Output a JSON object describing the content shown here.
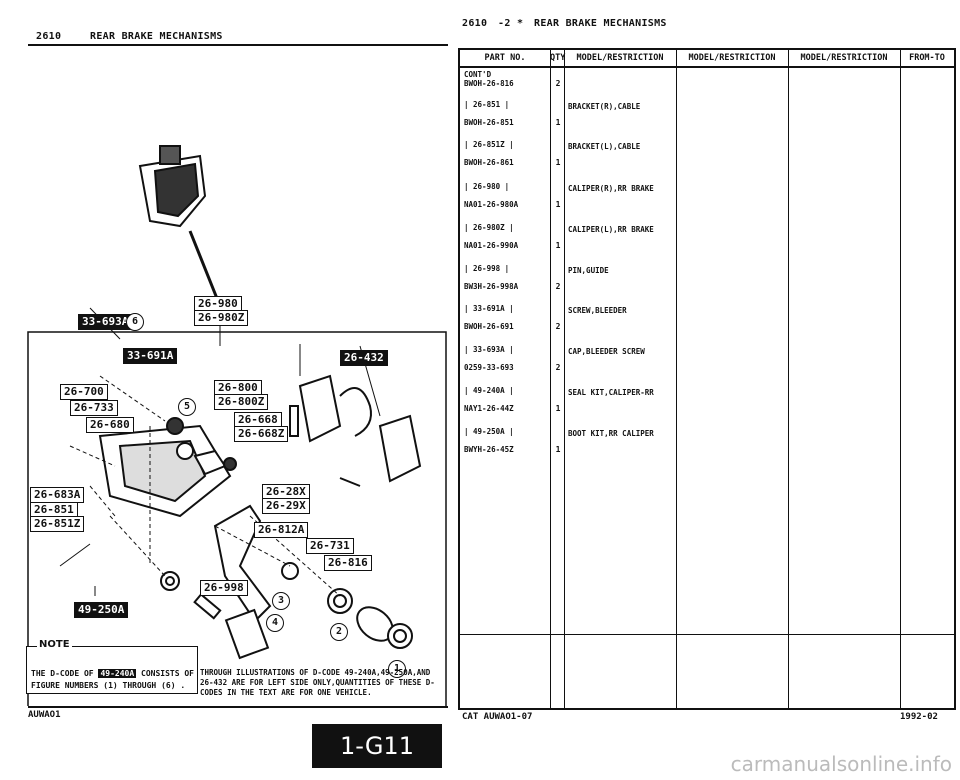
{
  "left_header": {
    "section": "2610",
    "title": "REAR BRAKE MECHANISMS"
  },
  "right_header": {
    "section": "2610",
    "code": "-2 *",
    "title": "REAR BRAKE MECHANISMS"
  },
  "columns": [
    "PART NO.",
    "QTY",
    "MODEL/RESTRICTION",
    "MODEL/RESTRICTION",
    "MODEL/RESTRICTION",
    "FROM-TO"
  ],
  "rows": [
    {
      "ref": "CONT'D",
      "part": "BWOH-26-816",
      "qty": "2",
      "desc": ""
    },
    {
      "ref": "| 26-851 |",
      "part": "BWOH-26-851",
      "qty": "1",
      "desc": "BRACKET(R),CABLE"
    },
    {
      "ref": "| 26-851Z |",
      "part": "BWOH-26-861",
      "qty": "1",
      "desc": "BRACKET(L),CABLE"
    },
    {
      "ref": "| 26-980 |",
      "part": "NA01-26-980A",
      "qty": "1",
      "desc": "CALIPER(R),RR BRAKE"
    },
    {
      "ref": "| 26-980Z |",
      "part": "NA01-26-990A",
      "qty": "1",
      "desc": "CALIPER(L),RR BRAKE"
    },
    {
      "ref": "| 26-998 |",
      "part": "BW3H-26-998A",
      "qty": "2",
      "desc": "PIN,GUIDE"
    },
    {
      "ref": "| 33-691A |",
      "part": "BWOH-26-691",
      "qty": "2",
      "desc": "SCREW,BLEEDER"
    },
    {
      "ref": "| 33-693A |",
      "part": "0259-33-693",
      "qty": "2",
      "desc": "CAP,BLEEDER SCREW"
    },
    {
      "ref": "| 49-240A |",
      "part": "NAY1-26-44Z",
      "qty": "1",
      "desc": "SEAL KIT,CALIPER-RR"
    },
    {
      "ref": "| 49-250A |",
      "part": "BWYH-26-45Z",
      "qty": "1",
      "desc": "BOOT KIT,RR CALIPER"
    }
  ],
  "diagram_labels": {
    "caliper_top": [
      "26-980",
      "26-980Z"
    ],
    "screw_ref": "33-693A",
    "bleeder": "33-691A",
    "bracket_top": "26-432",
    "r700": "26-700",
    "r733": "26-733",
    "r680": "26-680",
    "r800": [
      "26-800",
      "26-800Z"
    ],
    "r668": [
      "26-668",
      "26-668Z"
    ],
    "r683": "26-683A",
    "r851": [
      "26-851",
      "26-851Z"
    ],
    "r28": [
      "26-28X",
      "26-29X"
    ],
    "r812": "26-812A",
    "r731": "26-731",
    "r816": "26-816",
    "r998": "26-998",
    "r250": "49-250A"
  },
  "note": {
    "title": "NOTE",
    "line1": "THE D-CODE OF",
    "code": "49-240A",
    "line1b": "CONSISTS OF",
    "line2": "FIGURE NUMBERS",
    "line2b": "THROUGH",
    "side_text": "THROUGH ILLUSTRATIONS OF D-CODE 49-240A,49-250A,AND 26-432 ARE FOR LEFT SIDE ONLY,QUANTITIES OF THESE D-CODES IN THE TEXT ARE FOR ONE VEHICLE."
  },
  "footer": {
    "left": "AUWAO1",
    "middle": "CAT  AUWAO1-07",
    "right": "1992-02"
  },
  "page_tab": "1-G11",
  "watermark": "carmanualsonline.info"
}
